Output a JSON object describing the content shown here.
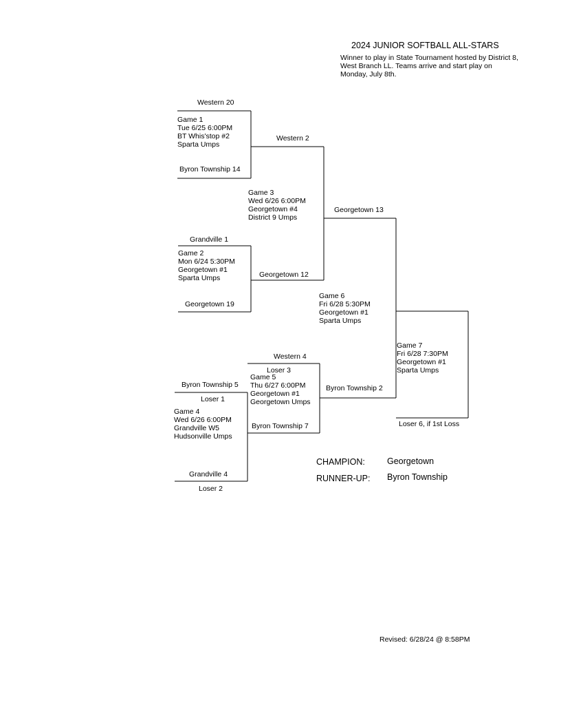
{
  "header": {
    "title": "2024 JUNIOR SOFTBALL ALL-STARS",
    "note": "Winner to play in State Tournament hosted by District 8, West Branch LL.  Teams arrive and start play on Monday, July 8th."
  },
  "bracket": {
    "g1_top": "Western  20",
    "g1_bottom": "Byron Township  14",
    "g1": {
      "name": "Game 1",
      "date": "Tue  6/25  6:00PM",
      "site": "BT Whis'stop #2",
      "umps": "Sparta Umps"
    },
    "g2_top": "Grandville  1",
    "g2_bottom": "Georgetown  19",
    "g2": {
      "name": "Game 2",
      "date": "Mon  6/24  5:30PM",
      "site": "Georgetown #1",
      "umps": "Sparta Umps"
    },
    "g3_top": "Western  2",
    "g3_bottom": "Georgetown  12",
    "g3": {
      "name": "Game 3",
      "date": "Wed  6/26  6:00PM",
      "site": "Georgetown #4",
      "umps": "District 9 Umps"
    },
    "g6_top": "Georgetown  13",
    "g6_bottom": "Byron Township  2",
    "g6": {
      "name": "Game 6",
      "date": "Fri  6/28  5:30PM",
      "site": "Georgetown #1",
      "umps": "Sparta Umps"
    },
    "g7": {
      "name": "Game 7",
      "date": "Fri  6/28  7:30PM",
      "site": "Georgetown #1",
      "umps": "Sparta Umps"
    },
    "g7_bottom": "Loser 6, if 1st Loss",
    "g4_top_team": "Byron Township  5",
    "g4_top_src": "Loser 1",
    "g4_bottom_team": "Grandville  4",
    "g4_bottom_src": "Loser 2",
    "g4": {
      "name": "Game 4",
      "date": "Wed  6/26  6:00PM",
      "site": "Grandville W5",
      "umps": "Hudsonville Umps"
    },
    "g5_top_team": "Western  4",
    "g5_top_src": "Loser 3",
    "g5_bottom": "Byron Township  7",
    "g5": {
      "name": "Game 5",
      "date": "Thu  6/27  6:00PM",
      "site": "Georgetown #1",
      "umps": "Georgetown Umps"
    }
  },
  "results": {
    "champion_label": "CHAMPION:",
    "champion": "Georgetown",
    "runner_up_label": "RUNNER-UP:",
    "runner_up": "Byron Township"
  },
  "footer": {
    "revised": "Revised:  6/28/24 @  8:58PM"
  }
}
